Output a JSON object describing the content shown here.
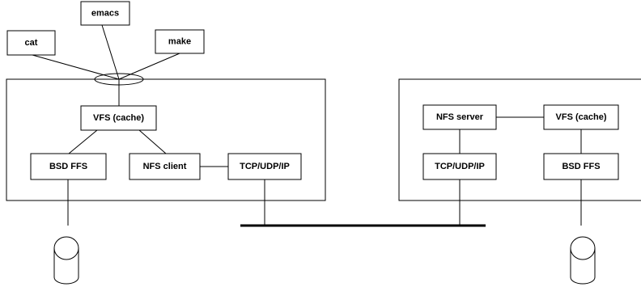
{
  "client": {
    "apps": {
      "cat": "cat",
      "emacs": "emacs",
      "make": "make"
    },
    "vfs": "VFS (cache)",
    "bsd_ffs": "BSD FFS",
    "nfs_client": "NFS client",
    "tcp": "TCP/UDP/IP"
  },
  "server": {
    "nfs_server": "NFS server",
    "vfs": "VFS (cache)",
    "tcp": "TCP/UDP/IP",
    "bsd_ffs": "BSD FFS"
  }
}
